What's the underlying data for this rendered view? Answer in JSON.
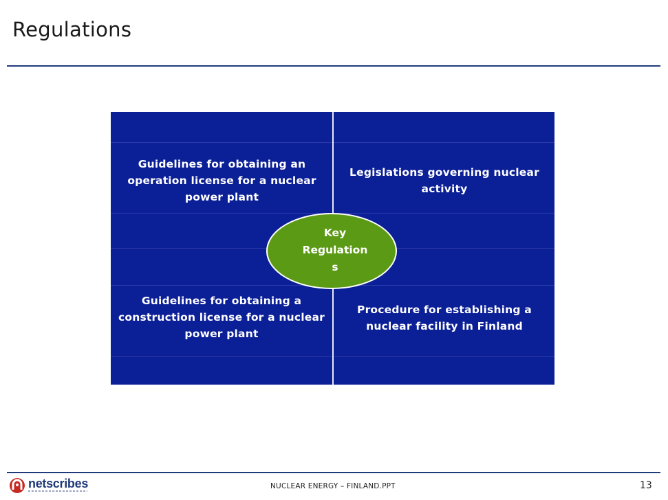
{
  "slide": {
    "title": "Regulations"
  },
  "diagram": {
    "center_label": "Key\nRegulation\ns",
    "top_left": "Guidelines for obtaining an operation license for a nuclear power plant",
    "top_right": "Legislations governing nuclear activity",
    "bottom_left": "Guidelines for obtaining a construction license for a nuclear power plant",
    "bottom_right": "Procedure for establishing a nuclear facility in Finland",
    "colors": {
      "panel": "#0b1f96",
      "center": "#5b9a14",
      "text": "#ffffff"
    }
  },
  "footer": {
    "logo_text": "netscribes",
    "center_text": "NUCLEAR ENERGY – FINLAND.PPT",
    "page_number": "13"
  }
}
